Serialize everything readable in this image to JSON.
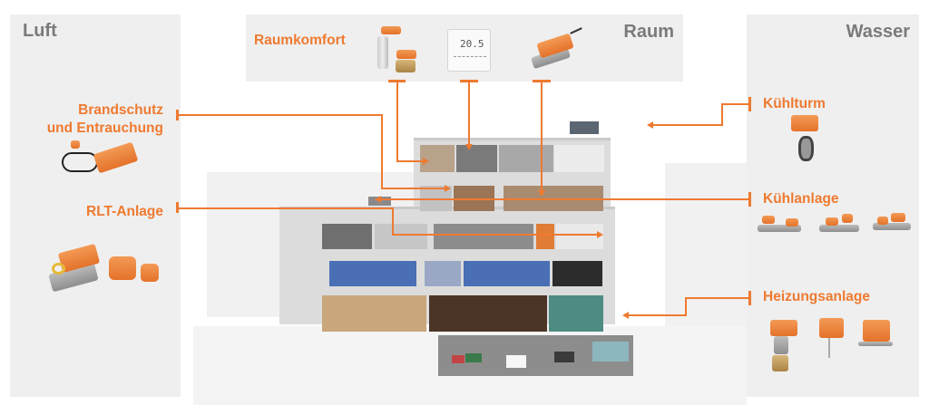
{
  "panels": {
    "luft": {
      "title": "Luft"
    },
    "raum": {
      "title": "Raum"
    },
    "wasser": {
      "title": "Wasser"
    }
  },
  "categories": {
    "brandschutz": {
      "line1": "Brandschutz",
      "line2": "und Entrauchung",
      "product": "fire-smoke-damper-actuator"
    },
    "rlt": {
      "label": "RLT-Anlage",
      "products": [
        "damper-actuator",
        "compact-actuators"
      ]
    },
    "raumkomfort": {
      "label": "Raumkomfort",
      "products": [
        "zone-valves-with-actuators",
        "room-thermostat",
        "vav-damper-actuator"
      ]
    },
    "kuehlturm": {
      "label": "Kühlturm",
      "product": "butterfly-valve-actuator"
    },
    "kuehlanlage": {
      "label": "Kühlanlage",
      "products": [
        "valve-actuator-1",
        "valve-actuator-2",
        "valve-actuator-3"
      ]
    },
    "heizung": {
      "label": "Heizungsanlage",
      "products": [
        "mixing-valve-actuator",
        "immersion-sensor-actuator",
        "pipe-valve-actuator"
      ]
    }
  },
  "thermostat": {
    "display": "20.5"
  },
  "colors": {
    "accent": "#ef7a30",
    "panel": "#efefef",
    "panel_title": "#7a7a7a"
  }
}
